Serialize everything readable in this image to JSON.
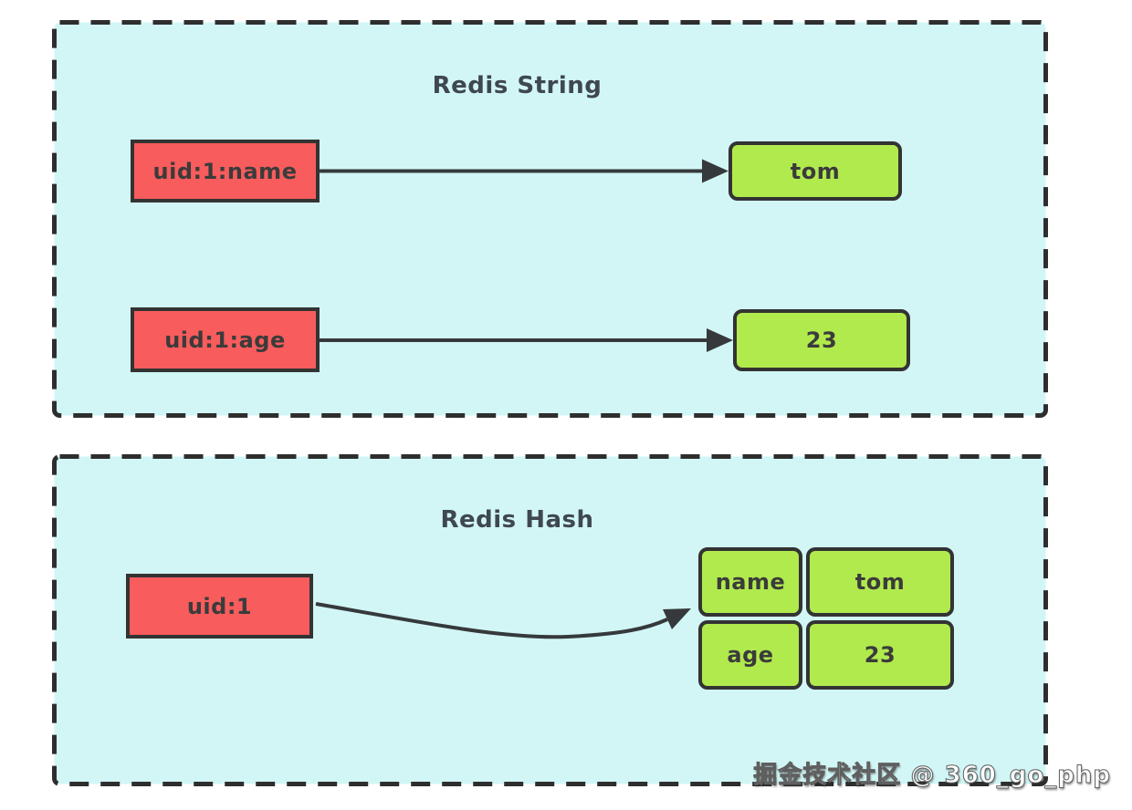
{
  "colors": {
    "panel_bg": "#d2f6f6",
    "panel_border": "#2e2e2e",
    "key_fill": "#f85c5c",
    "value_fill": "#b1ea4d",
    "box_border": "#333333",
    "box_text": "#3b3b3b",
    "title_text": "#3f474f",
    "arrow": "#36393b"
  },
  "string_panel": {
    "title": "Redis String",
    "mappings": [
      {
        "key": "uid:1:name",
        "value": "tom"
      },
      {
        "key": "uid:1:age",
        "value": "23"
      }
    ]
  },
  "hash_panel": {
    "title": "Redis Hash",
    "key": "uid:1",
    "fields": [
      {
        "name": "name",
        "value": "tom"
      },
      {
        "name": "age",
        "value": "23"
      }
    ]
  },
  "watermark": "掘金技术社区 @ 360_go_php"
}
